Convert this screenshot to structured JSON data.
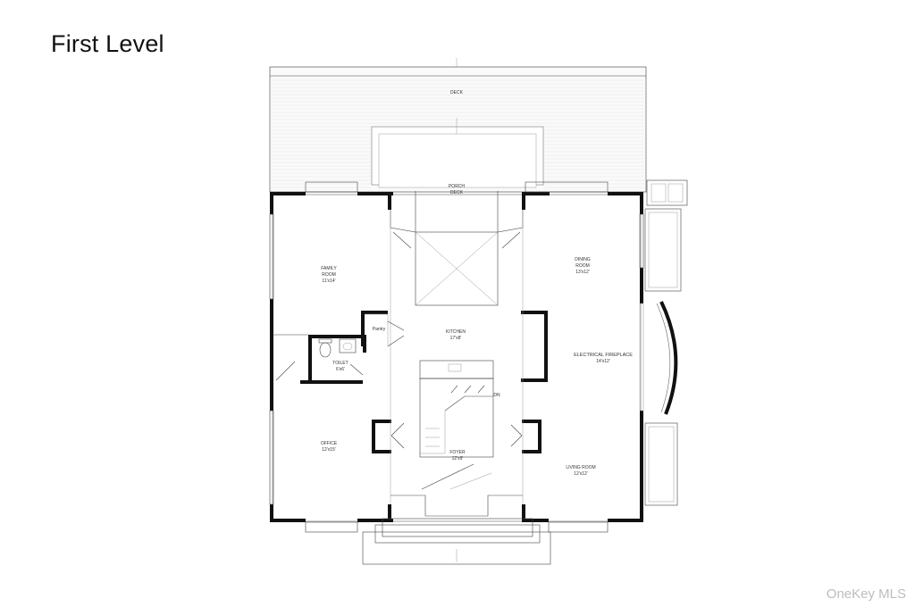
{
  "page": {
    "title": "First Level",
    "watermark": "OneKey MLS"
  },
  "rooms": {
    "deck": {
      "name": "DECK"
    },
    "porch": {
      "name1": "PORCH",
      "name2": "DECK"
    },
    "family": {
      "name1": "FAMILY",
      "name2": "ROOM",
      "dims": "11'x14'"
    },
    "dining": {
      "name1": "DINING",
      "name2": "ROOM",
      "dims": "13'x12'"
    },
    "kitchen": {
      "name": "KITCHEN",
      "dims": "17'x8'"
    },
    "pantry": {
      "name": "Pantry"
    },
    "toilet": {
      "name": "TOILET",
      "dims": "6'x6'"
    },
    "fireplace": {
      "name": "ELECTRICAL FIREPLACE",
      "dims": "14'x12'"
    },
    "office": {
      "name": "OFFICE",
      "dims": "12'x15'"
    },
    "foyer": {
      "name": "FOYER",
      "dims": "12'x9'"
    },
    "living": {
      "name": "LIVING ROOM",
      "dims": "12'x12'"
    },
    "stairs": {
      "label": "DN"
    }
  },
  "colors": {
    "wall": "#111111",
    "line": "#444444",
    "deck_hatch": "#e6e6e6",
    "watermark": "#bdbdbd"
  }
}
